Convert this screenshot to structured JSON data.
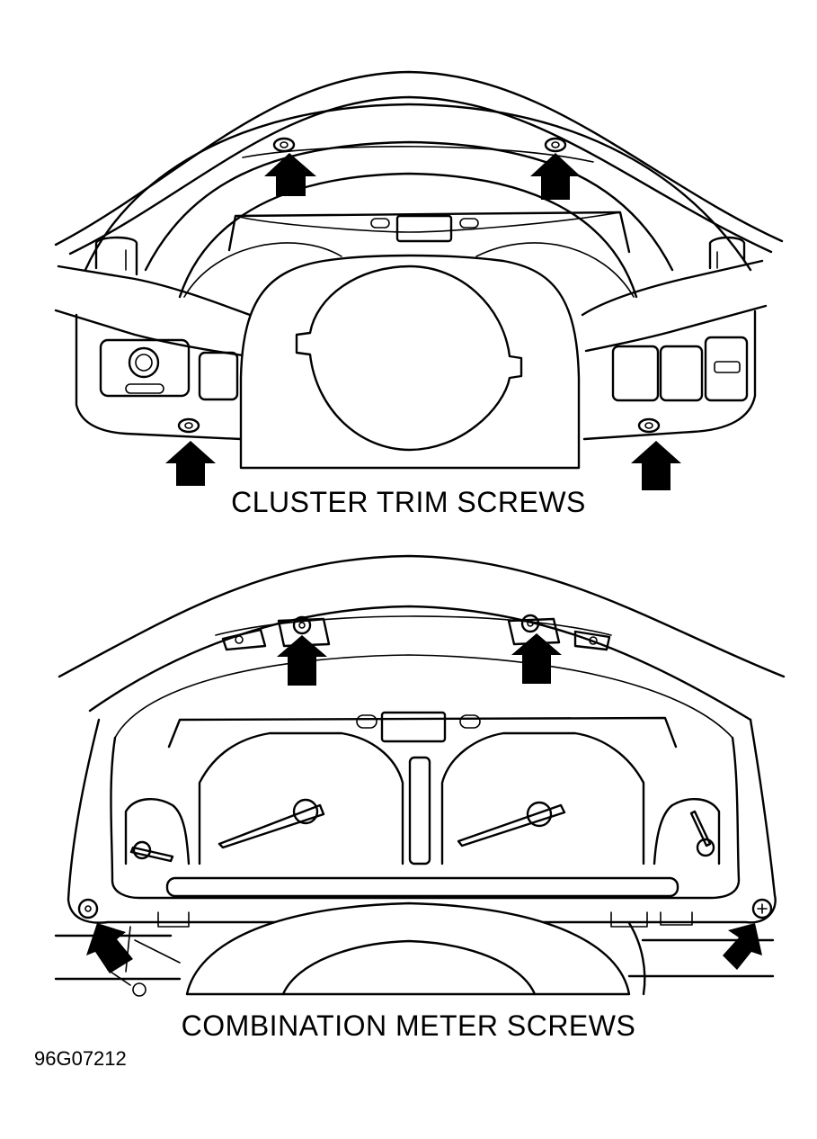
{
  "figure": {
    "top_caption": "CLUSTER TRIM SCREWS",
    "bottom_caption": "COMBINATION METER SCREWS",
    "figure_id": "96G07212"
  },
  "colors": {
    "line": "#000000",
    "background": "#ffffff"
  },
  "cluster_trim_screw_count": 4,
  "combination_meter_screw_count": 4
}
